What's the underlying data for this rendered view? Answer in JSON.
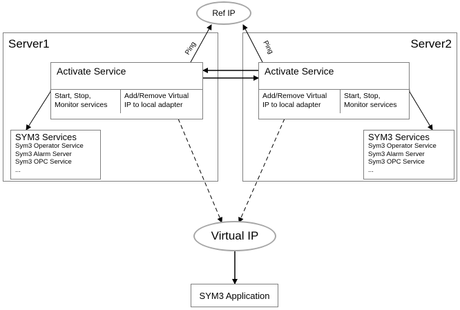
{
  "ref_ip": "Ref IP",
  "virtual_ip": "Virtual IP",
  "application": "SYM3 Application",
  "ping_label": "Ping",
  "server1": {
    "title": "Server1",
    "activate_service": "Activate Service",
    "left_cell": [
      "Start, Stop,",
      "Monitor services"
    ],
    "right_cell": [
      "Add/Remove Virtual",
      "IP to local adapter"
    ],
    "services_title": "SYM3 Services",
    "services": [
      "Sym3 Operator Service",
      "Sym3 Alarm Server",
      "Sym3 OPC Service",
      "..."
    ]
  },
  "server2": {
    "title": "Server2",
    "activate_service": "Activate Service",
    "left_cell": [
      "Add/Remove Virtual",
      "IP to local adapter"
    ],
    "right_cell": [
      "Start, Stop,",
      "Monitor services"
    ],
    "services_title": "SYM3 Services",
    "services": [
      "Sym3 Operator Service",
      "Sym3 Alarm Server",
      "Sym3 OPC Service",
      "..."
    ]
  }
}
